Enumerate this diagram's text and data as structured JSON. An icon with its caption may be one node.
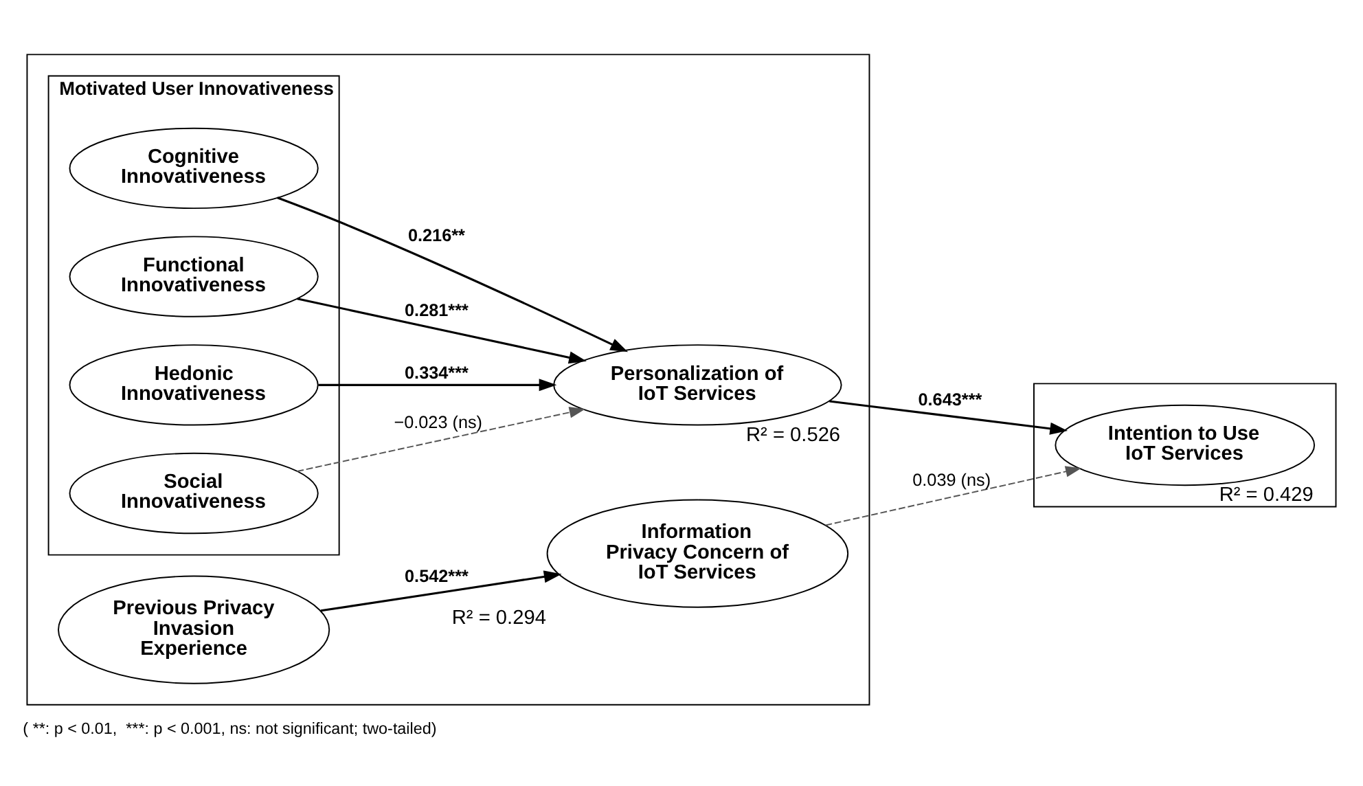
{
  "diagram": {
    "caption": "( **: p < 0.01,  ***: p < 0.001, ns: not significant; two-tailed)",
    "nodes": [
      {
        "text": [],
        "shape": "box"
      },
      {
        "text": [
          "Motivated User Innovativeness"
        ],
        "in": 0
      },
      {
        "text": [
          "Cognitive Innovativeness"
        ],
        "in": 1
      },
      {
        "text": [
          "Functional Innovativeness"
        ],
        "in": 1
      },
      {
        "text": [
          "Hedonic Innovativeness"
        ],
        "in": 1
      },
      {
        "text": [
          "Social Innovativeness"
        ],
        "in": 1
      },
      {
        "text": [
          "Personalization of IoT Services"
        ],
        "beside": [
          "R² = 0.526"
        ],
        "in": 0
      },
      {
        "text": [
          "Previous Privacy Invasion Experience"
        ],
        "in": 0
      },
      {
        "text": [
          "Information Privacy Concern of IoT Services"
        ],
        "beside": [
          "R² = 0.294"
        ],
        "in": 0
      },
      {
        "text": [],
        "shape": "box"
      },
      {
        "text": [
          "Intention to Use IoT Services"
        ],
        "beside": [
          "R² = 0.429"
        ],
        "in": 9
      }
    ],
    "edges": [
      {
        "from": 2,
        "to": 6,
        "arrow": "to",
        "label": "0.216**"
      },
      {
        "from": 3,
        "to": 6,
        "arrow": "to",
        "label": "0.281***"
      },
      {
        "from": 4,
        "to": 6,
        "arrow": "to",
        "label": "0.334***"
      },
      {
        "from": 5,
        "to": 6,
        "arrow": "to",
        "label": "−0.023 (ns)",
        "style": "dashed"
      },
      {
        "from": 6,
        "to": 10,
        "arrow": "to",
        "label": "0.643***"
      },
      {
        "from": 7,
        "to": 8,
        "arrow": "to",
        "label": "0.542***"
      },
      {
        "from": 8,
        "to": 10,
        "arrow": "to",
        "label": "0.039 (ns)",
        "style": "dashed"
      }
    ]
  }
}
